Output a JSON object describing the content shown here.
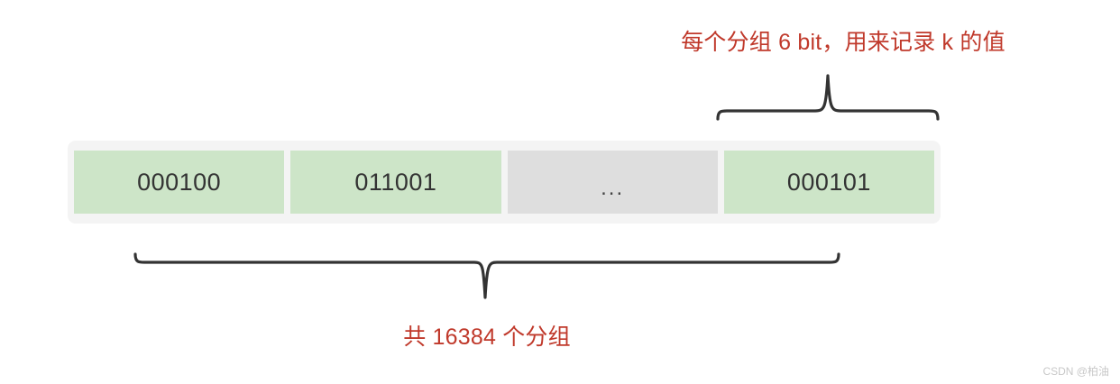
{
  "diagram": {
    "top_annotation": "每个分组 6 bit，用来记录 k 的值",
    "bottom_annotation": "共 16384 个分组",
    "annotation_color": "#c0392b",
    "container_color": "#f4f4f4",
    "cells": [
      {
        "label": "000100",
        "kind": "green",
        "fill": "#cde5c8"
      },
      {
        "label": "011001",
        "kind": "green",
        "fill": "#cde5c8"
      },
      {
        "label": "...",
        "kind": "gray",
        "fill": "#dedede"
      },
      {
        "label": "000101",
        "kind": "green",
        "fill": "#cde5c8"
      }
    ]
  },
  "watermark": {
    "text": "CSDN @柏油"
  }
}
